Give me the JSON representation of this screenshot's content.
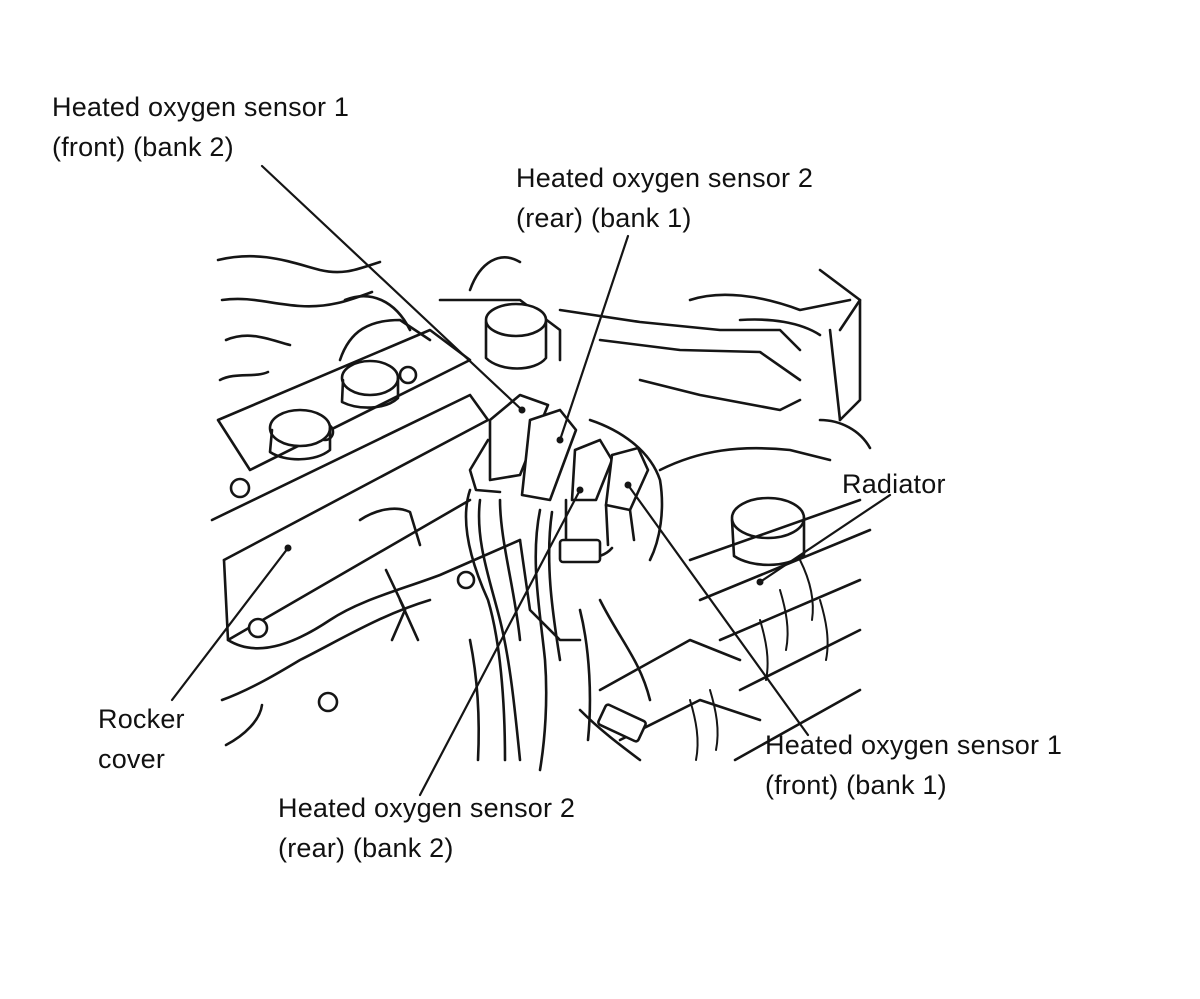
{
  "labels": {
    "hos1_front_bank2": {
      "line1": "Heated oxygen sensor 1",
      "line2": "(front) (bank 2)"
    },
    "hos2_rear_bank1": {
      "line1": "Heated oxygen sensor 2",
      "line2": "(rear) (bank 1)"
    },
    "radiator": {
      "line1": "Radiator"
    },
    "rocker_cover": {
      "line1": "Rocker",
      "line2": "cover"
    },
    "hos2_rear_bank2": {
      "line1": "Heated oxygen sensor 2",
      "line2": "(rear) (bank 2)"
    },
    "hos1_front_bank1": {
      "line1": "Heated oxygen sensor 1",
      "line2": "(front) (bank 1)"
    }
  },
  "colors": {
    "ink": "#151515",
    "background": "#ffffff"
  }
}
